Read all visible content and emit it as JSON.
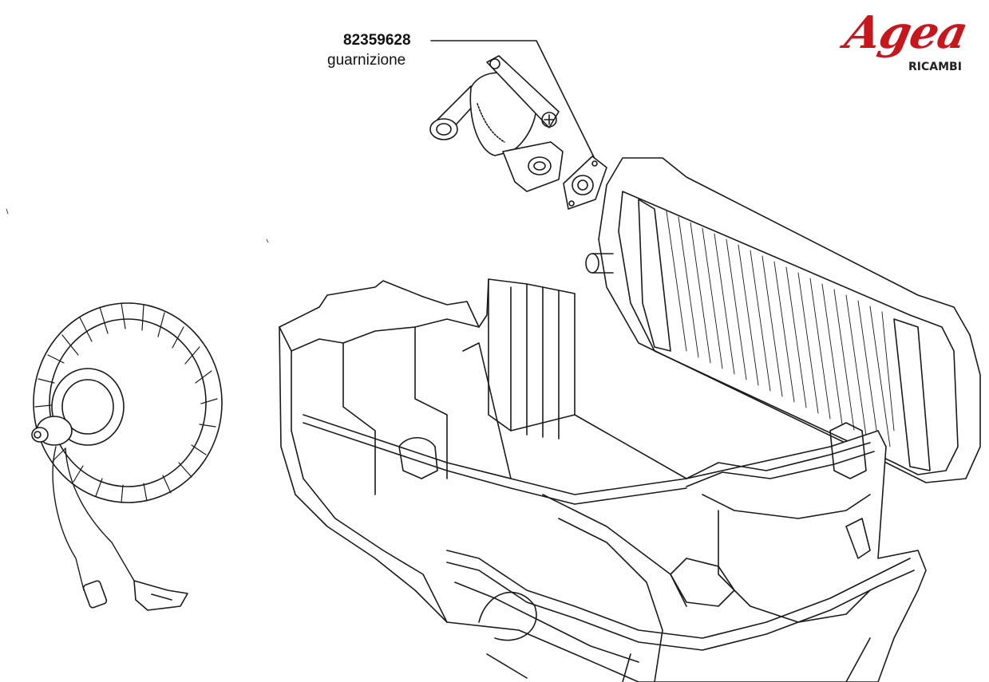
{
  "callout": {
    "part_number": "82359628",
    "part_name": "guarnizione"
  },
  "logo": {
    "brand": "Agea",
    "sub": "RICAMBI",
    "color": "#c8161d"
  },
  "drawing": {
    "line_color": "#1a1a1a",
    "components": [
      "heater-valve",
      "gasket",
      "heater-core-radiator",
      "blower-fan-motor",
      "heater-housing"
    ]
  }
}
